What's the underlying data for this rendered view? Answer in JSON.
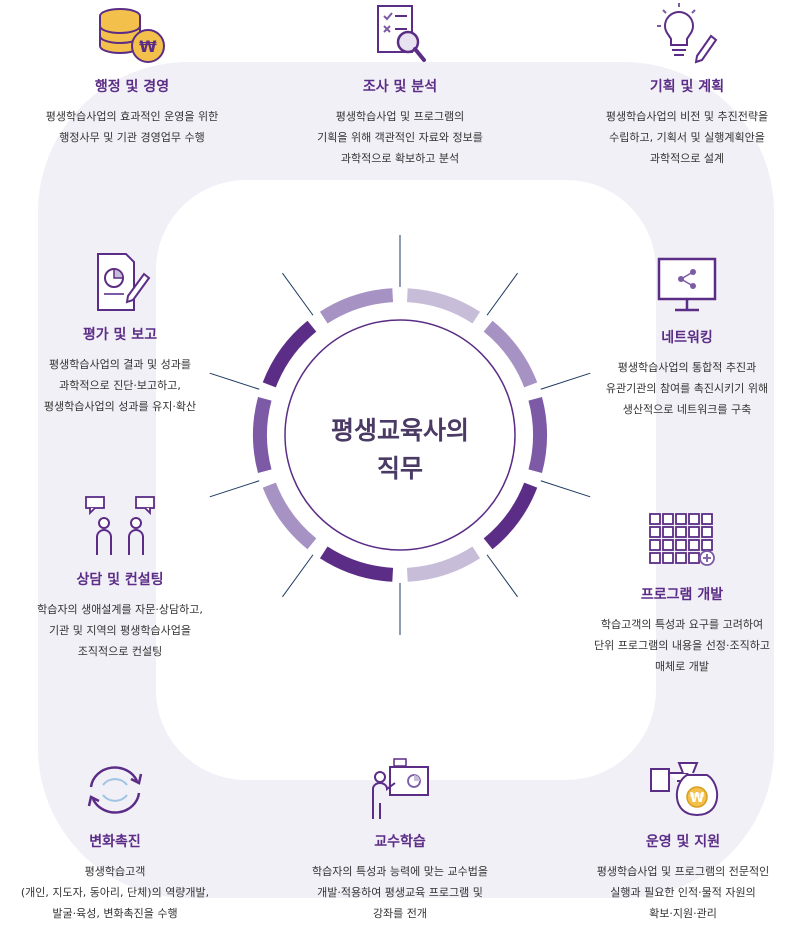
{
  "center": {
    "line1": "평생교육사의",
    "line2": "직무"
  },
  "colors": {
    "purple": "#5b2d86",
    "mid": "#7c5aa6",
    "light": "#c8bdd9",
    "pale": "#f2f0f7"
  },
  "cards": [
    {
      "icon": "coins-won-icon",
      "title": "행정 및 경영",
      "lines": [
        "평생학습사업의 효과적인 운영을 위한",
        "행정사무 및 기관 경영업무 수행"
      ]
    },
    {
      "icon": "document-magnifier-icon",
      "title": "조사 및 분석",
      "lines": [
        "평생학습사업 및 프로그램의",
        "기획을 위해 객관적인 자료와 정보를",
        "과학적으로 확보하고 분석"
      ]
    },
    {
      "icon": "lightbulb-pencil-icon",
      "title": "기획 및 계획",
      "lines": [
        "평생학습사업의 비전 및 추진전략을",
        "수립하고, 기획서 및 실행계획안을",
        "과학적으로 설계"
      ]
    },
    {
      "icon": "report-chart-pencil-icon",
      "title": "평가 및 보고",
      "lines": [
        "평생학습사업의 결과 및 성과를",
        "과학적으로 진단·보고하고,",
        "평생학습사업의 성과를 유지·확산"
      ]
    },
    {
      "icon": "monitor-share-icon",
      "title": "네트워킹",
      "lines": [
        "평생학습사업의 통합적 추진과",
        "유관기관의 참여를 촉진시키기 위해",
        "생산적으로 네트워크를 구축"
      ]
    },
    {
      "icon": "people-speech-icon",
      "title": "상담 및 컨설팅",
      "lines": [
        "학습자의 생애설계를 자문·상담하고,",
        "기관 및 지역의 평생학습사업을",
        "조직적으로 컨설팅"
      ]
    },
    {
      "icon": "grid-plus-icon",
      "title": "프로그램 개발",
      "lines": [
        "학습고객의 특성과 요구를 고려하여",
        "단위 프로그램의 내용을 선정·조직하고",
        "매체로 개발"
      ]
    },
    {
      "icon": "cycle-arrows-icon",
      "title": "변화촉진",
      "lines": [
        "평생학습고객",
        "(개인, 지도자, 동아리, 단체)의 역량개발,",
        "발굴·육성, 변화촉진을 수행"
      ]
    },
    {
      "icon": "teacher-board-icon",
      "title": "교수학습",
      "lines": [
        "학습자의 특성과 능력에 맞는 교수법을",
        "개발·적용하여 평생교육 프로그램 및",
        "강좌를 전개"
      ]
    },
    {
      "icon": "hand-moneybag-icon",
      "title": "운영 및 지원",
      "lines": [
        "평생학습사업 및 프로그램의 전문적인",
        "실행과 필요한 인적·물적 자원의",
        "확보·지원·관리"
      ]
    }
  ]
}
